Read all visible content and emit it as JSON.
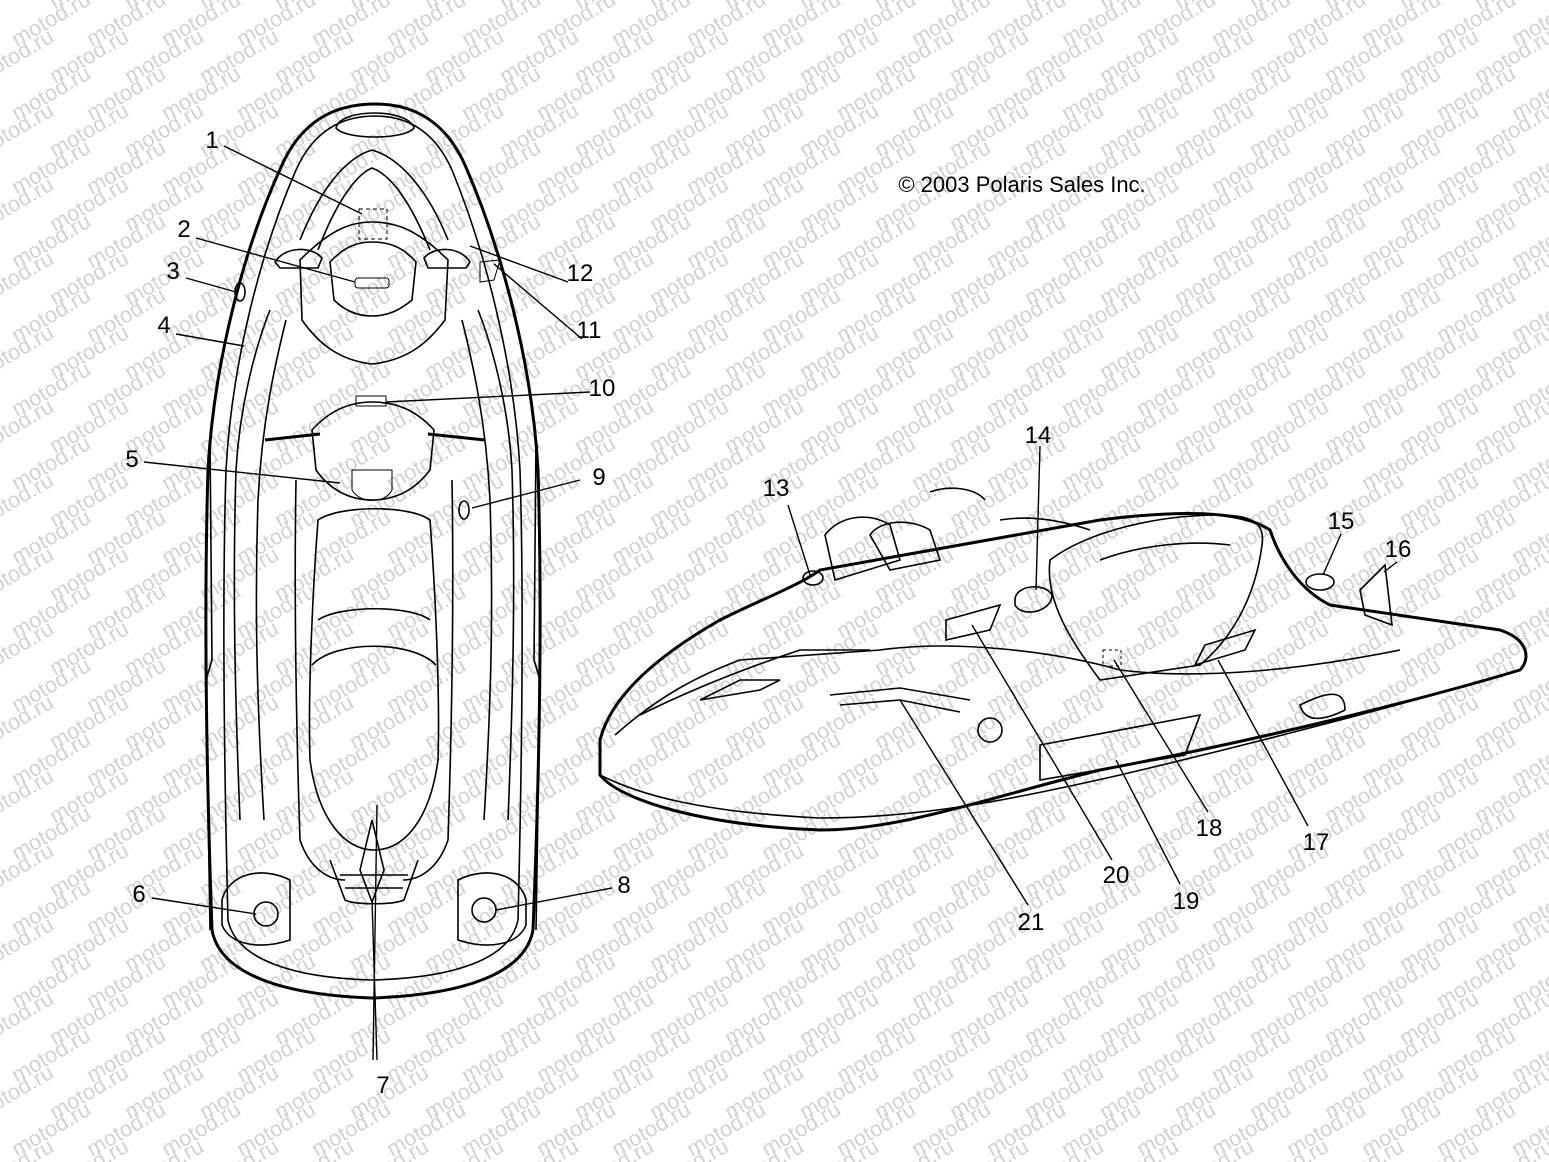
{
  "copyright": "© 2003 Polaris Sales Inc.",
  "watermark": "motod.ru",
  "callouts": [
    "1",
    "2",
    "3",
    "4",
    "5",
    "6",
    "7",
    "8",
    "9",
    "10",
    "11",
    "12",
    "13",
    "14",
    "15",
    "16",
    "17",
    "18",
    "19",
    "20",
    "21"
  ]
}
